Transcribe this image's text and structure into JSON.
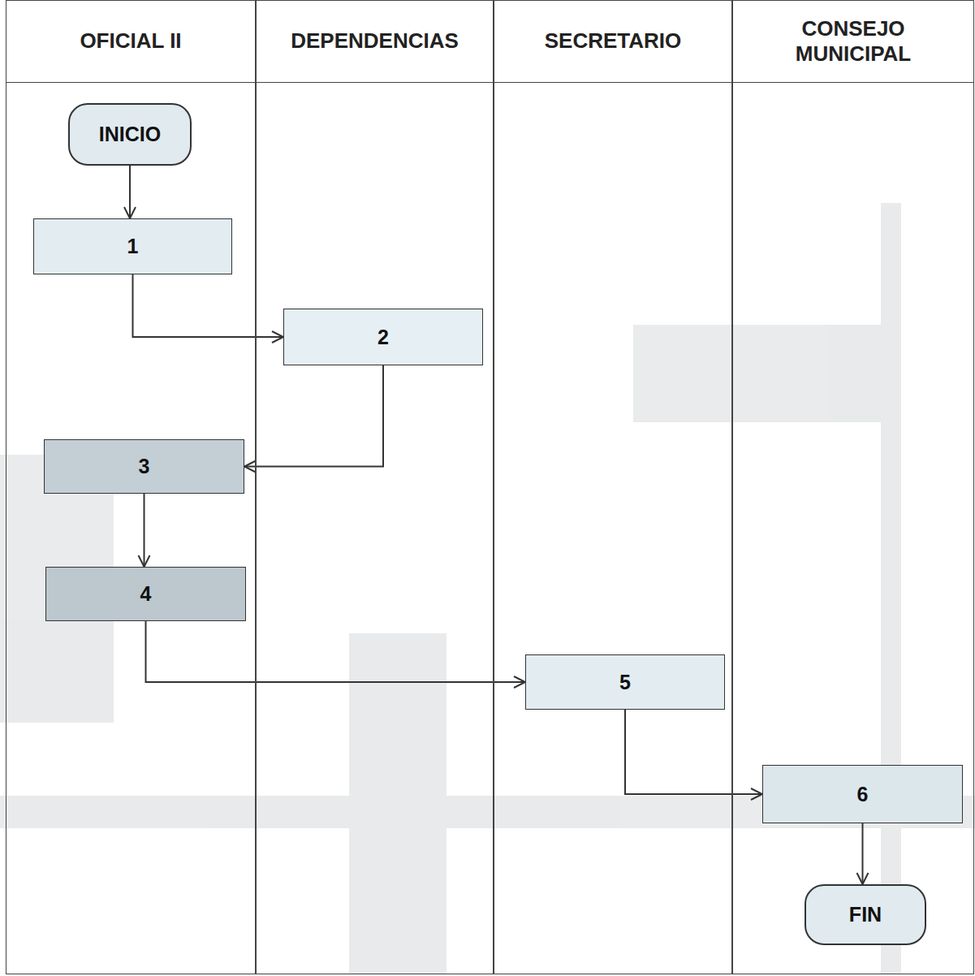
{
  "diagram": {
    "nodes": [
      {
        "text": [
          "OFICIAL II"
        ]
      },
      {
        "text": [
          "DEPENDENCIAS"
        ]
      },
      {
        "text": [
          "SECRETARIO"
        ]
      },
      {
        "text": [
          "CONSEJO MUNICIPAL"
        ]
      },
      {
        "text": [
          "INICIO"
        ],
        "in": 0
      },
      {
        "text": [
          "1"
        ],
        "in": 0
      },
      {
        "text": [
          "2"
        ],
        "in": 1
      },
      {
        "text": [
          "3"
        ],
        "in": 0
      },
      {
        "text": [
          "4"
        ],
        "in": 0
      },
      {
        "text": [
          "5"
        ],
        "in": 2
      },
      {
        "text": [
          "6"
        ],
        "in": 3
      },
      {
        "text": [
          "FIN"
        ],
        "in": 3
      }
    ],
    "edges": [
      {
        "from": 4,
        "to": 5,
        "arrow": "to"
      },
      {
        "from": 5,
        "to": 6,
        "arrow": "to"
      },
      {
        "from": 6,
        "to": 7,
        "arrow": "to"
      },
      {
        "from": 7,
        "to": 8,
        "arrow": "to"
      },
      {
        "from": 8,
        "to": 9,
        "arrow": "to"
      },
      {
        "from": 9,
        "to": 10,
        "arrow": "to"
      },
      {
        "from": 10,
        "to": 11,
        "arrow": "to"
      }
    ]
  }
}
